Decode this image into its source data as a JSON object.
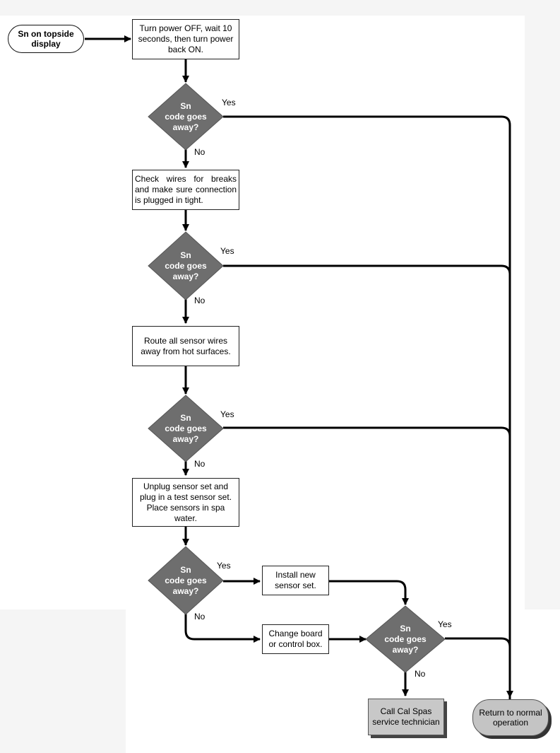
{
  "start": {
    "label": "Sn on topside display"
  },
  "steps": {
    "power_cycle": "Turn power OFF, wait 10 seconds, then turn power back ON.",
    "check_wires": "Check wires for breaks and make sure connection is plugged in tight.",
    "route_wires": "Route all sensor wires away from hot surfaces.",
    "test_sensor": "Unplug sensor set and plug in a test sensor set. Place sensors in spa water.",
    "install_new": "Install new sensor set.",
    "change_board": "Change board or control box."
  },
  "decision": {
    "line1": "Sn",
    "line2": "code goes",
    "line3": "away?"
  },
  "branch_labels": {
    "yes": "Yes",
    "no": "No"
  },
  "end_call": {
    "label": "Call Cal Spas service technician"
  },
  "end_return": {
    "label": "Return to normal operation"
  },
  "colors": {
    "decision_fill": "#6e6e6e",
    "call_fill": "#c8c8c8",
    "return_fill": "#c4c4c4"
  }
}
